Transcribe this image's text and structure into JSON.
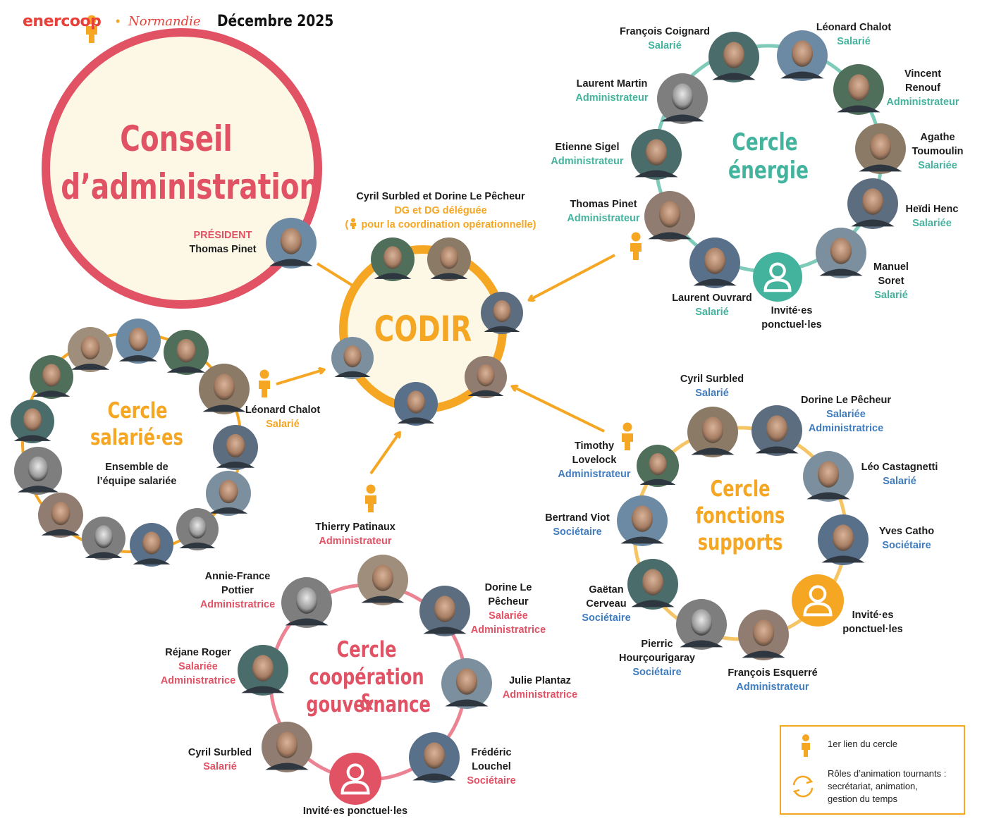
{
  "header": {
    "logo_text": "enercoop",
    "separator": "•",
    "region": "Normandie",
    "date": "Décembre 2025"
  },
  "colors": {
    "red": "#e05264",
    "orange": "#f5a623",
    "teal": "#44b39d",
    "blue": "#3f7cc0",
    "cream": "#fdf8e6",
    "pink_ring": "#ec8393"
  },
  "conseil": {
    "title_line1": "Conseil",
    "title_line2": "d’administration",
    "president_role": "PRÉSIDENT",
    "president_name": "Thomas Pinet"
  },
  "codir": {
    "title": "CODIR",
    "members_label": "Cyril Surbled et Dorine Le Pêcheur",
    "members_role": "DG et DG déléguée",
    "members_note": "pour la coordination opérationnelle)"
  },
  "cercle_energie": {
    "title_line1": "Cercle",
    "title_line2": "énergie",
    "people": [
      {
        "name": "François Coignard",
        "role": "Salarié"
      },
      {
        "name": "Léonard Chalot",
        "role": "Salarié"
      },
      {
        "name": "Vincent Renouf",
        "name_l1": "Vincent",
        "name_l2": "Renouf",
        "role": "Administrateur"
      },
      {
        "name": "Agathe Toumoulin",
        "name_l1": "Agathe",
        "name_l2": "Toumoulin",
        "role": "Salariée"
      },
      {
        "name": "Heïdi Henc",
        "role": "Salariée"
      },
      {
        "name": "Manuel Soret",
        "name_l1": "Manuel",
        "name_l2": "Soret",
        "role": "Salarié"
      },
      {
        "name": "Invité·es ponctuel·les",
        "name_l1": "Invité·es",
        "name_l2": "ponctuel·les"
      },
      {
        "name": "Laurent Ouvrard",
        "role": "Salarié"
      },
      {
        "name": "Thomas Pinet",
        "role": "Administrateur"
      },
      {
        "name": "Etienne Sigel",
        "role": "Administrateur"
      },
      {
        "name": "Laurent Martin",
        "role": "Administrateur"
      }
    ]
  },
  "cercle_salaries": {
    "title_line1": "Cercle",
    "title_line2": "salarié·es",
    "desc_line1": "Ensemble de",
    "desc_line2": "l’équipe salariée",
    "link_name": "Léonard Chalot",
    "link_role": "Salarié"
  },
  "cercle_fonctions": {
    "title_line1": "Cercle",
    "title_line2": "fonctions",
    "title_line3": "supports",
    "people": [
      {
        "name": "Cyril Surbled",
        "role": "Salarié"
      },
      {
        "name": "Dorine Le Pêcheur",
        "role": "Salariée",
        "role2": "Administratrice"
      },
      {
        "name": "Léo Castagnetti",
        "role": "Salarié"
      },
      {
        "name": "Yves Catho",
        "role": "Sociétaire"
      },
      {
        "name": "Invité·es ponctuel·les",
        "name_l1": "Invité·es",
        "name_l2": "ponctuel·les"
      },
      {
        "name": "François Esquerré",
        "role": "Administrateur"
      },
      {
        "name": "Pierric Hourçourigaray",
        "name_l1": "Pierric",
        "name_l2": "Hourçourigaray",
        "role": "Sociétaire"
      },
      {
        "name": "Gaëtan Cerveau",
        "name_l1": "Gaëtan",
        "name_l2": "Cerveau",
        "role": "Sociétaire"
      },
      {
        "name": "Bertrand Viot",
        "role": "Sociétaire"
      },
      {
        "name": "Timothy Lovelock",
        "name_l1": "Timothy",
        "name_l2": "Lovelock",
        "role": "Administrateur"
      }
    ]
  },
  "cercle_cooperation": {
    "title_line1": "Cercle",
    "title_line2": "coopération &",
    "title_line3": "gouvernance",
    "people": [
      {
        "name": "Thierry Patinaux",
        "role": "Administrateur"
      },
      {
        "name": "Dorine Le Pêcheur",
        "name_l1": "Dorine Le",
        "name_l2": "Pêcheur",
        "role": "Salariée",
        "role2": "Administratrice"
      },
      {
        "name": "Julie Plantaz",
        "role": "Administratrice"
      },
      {
        "name": "Frédéric Louchel",
        "name_l1": "Frédéric",
        "name_l2": "Louchel",
        "role": "Sociétaire"
      },
      {
        "name": "Invité·es ponctuel·les"
      },
      {
        "name": "Cyril Surbled",
        "role": "Salarié"
      },
      {
        "name": "Réjane Roger",
        "role": "Salariée",
        "role2": "Administratrice"
      },
      {
        "name": "Annie-France Pottier",
        "name_l1": "Annie-France",
        "name_l2": "Pottier",
        "role": "Administratrice"
      }
    ]
  },
  "legend": {
    "item1": "1er lien du cercle",
    "item2_l1": "Rôles d’animation tournants :",
    "item2_l2": "secrétariat, animation,",
    "item2_l3": "gestion du temps"
  }
}
